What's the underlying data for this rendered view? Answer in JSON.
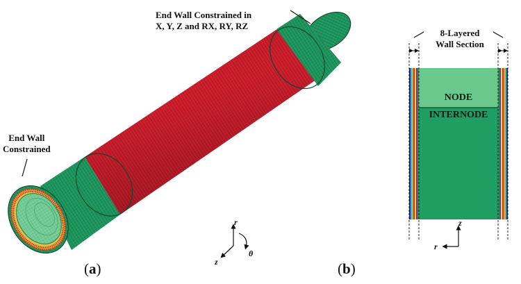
{
  "panel_a": {
    "label_prefix": "(",
    "label_letter": "a",
    "label_suffix": ")",
    "end_wall_left_line1": "End Wall",
    "end_wall_left_line2": "Constrained",
    "end_wall_right_line1": "End Wall Constrained in",
    "end_wall_right_line2": "X, Y, Z and RX, RY, RZ",
    "axes": {
      "r": "r",
      "z": "z",
      "theta": "θ"
    }
  },
  "panel_b": {
    "label_prefix": "(",
    "label_letter": "b",
    "label_suffix": ")",
    "title_line1": "8-Layered",
    "title_line2": "Wall Section",
    "node_label": "NODE",
    "internode_label": "INTERNODE",
    "axes": {
      "z": "z",
      "r": "r"
    }
  },
  "colors": {
    "internode_red": "#d0202e",
    "node_green": "#1f9e62",
    "light_green": "#66c98a",
    "mesh_line": "#2a0d0d"
  }
}
